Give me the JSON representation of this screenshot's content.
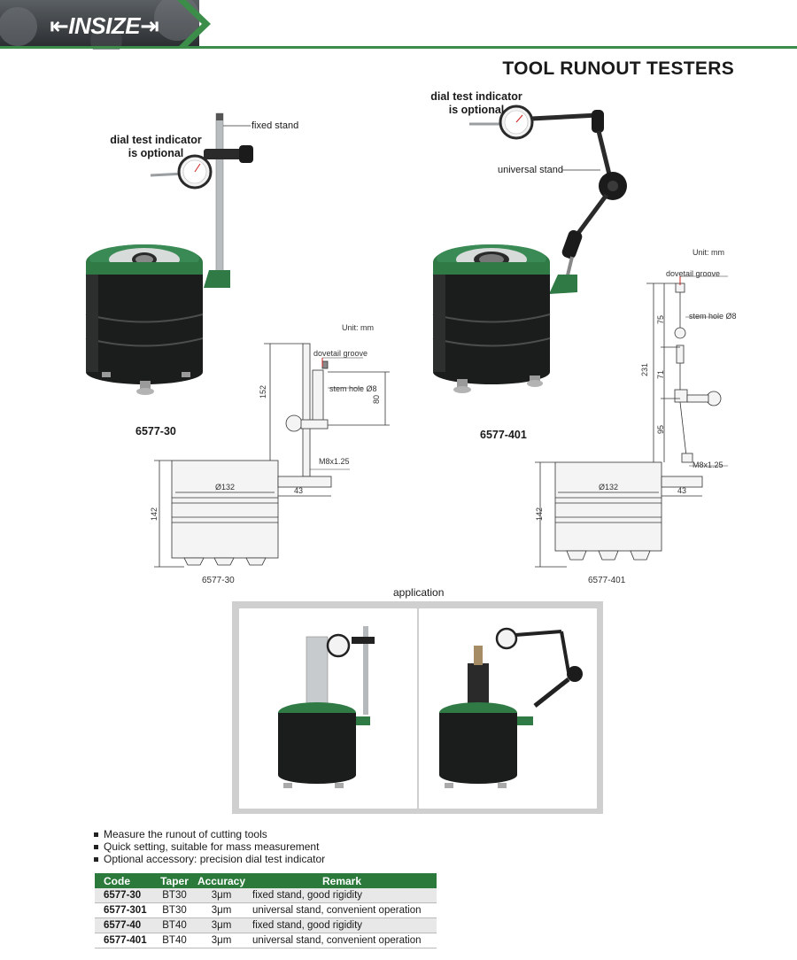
{
  "header": {
    "brand": "INSIZE",
    "title": "TOOL RUNOUT TESTERS"
  },
  "left_product": {
    "callout_indicator": [
      "dial test indicator",
      "is optional"
    ],
    "callout_stand": "fixed stand",
    "model": "6577-30"
  },
  "right_product": {
    "callout_indicator": [
      "dial test indicator",
      "is optional"
    ],
    "callout_stand": "universal stand",
    "model": "6577-401"
  },
  "left_drawing": {
    "unit": "Unit: mm",
    "dovetail": "dovetail groove",
    "stem_hole": "stem hole Ø8",
    "thread": "M8x1.25",
    "diameter": "Ø132",
    "dims": {
      "total_height": "152",
      "dial": "80",
      "base_offset": "43",
      "body_height": "142"
    },
    "model": "6577-30"
  },
  "right_drawing": {
    "unit": "Unit: mm",
    "dovetail": "dovetail groove",
    "stem_hole": "stem hole Ø8",
    "thread": "M8x1.25",
    "diameter": "Ø132",
    "dims": {
      "total_height": "231",
      "upper": "75",
      "middle": "71",
      "lower": "95",
      "base_offset": "43",
      "body_height": "142"
    },
    "model": "6577-401"
  },
  "application": {
    "title": "application"
  },
  "features": [
    "Measure the runout of cutting tools",
    "Quick setting, suitable for mass measurement",
    "Optional accessory: precision dial test indicator"
  ],
  "table": {
    "headers": [
      "Code",
      "Taper",
      "Accuracy",
      "Remark"
    ],
    "rows": [
      [
        "6577-30",
        "BT30",
        "3μm",
        "fixed stand, good rigidity"
      ],
      [
        "6577-301",
        "BT30",
        "3μm",
        "universal stand, convenient operation"
      ],
      [
        "6577-40",
        "BT40",
        "3μm",
        "fixed stand, good rigidity"
      ],
      [
        "6577-401",
        "BT40",
        "3μm",
        "universal stand, convenient operation"
      ]
    ]
  },
  "colors": {
    "brand_green": "#2b7a3b",
    "header_dark": "#2c2c2c",
    "body_black": "#1b1d1c",
    "ring_green": "#2f7a45"
  }
}
